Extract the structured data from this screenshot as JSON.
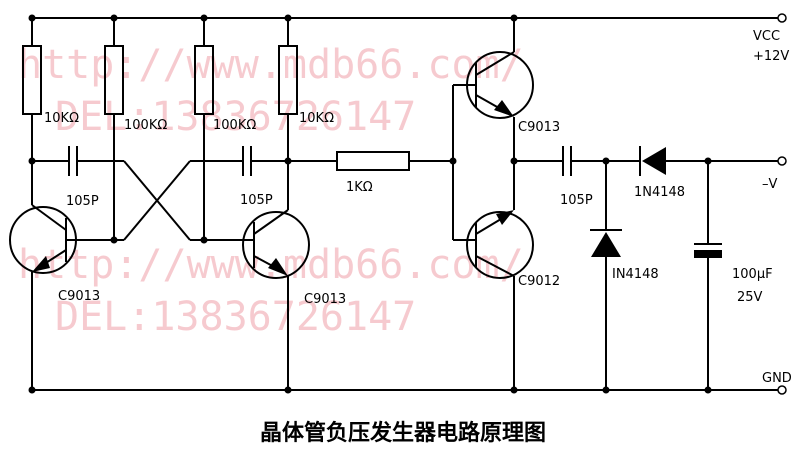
{
  "title": "晶体管负压发生器电路原理图",
  "watermark": {
    "line1": "http://www.mdb66.com/",
    "line2": "DEL:13836726147"
  },
  "rails": {
    "vcc": "VCC",
    "vcc_value": "+12V",
    "neg": "–V",
    "gnd": "GND"
  },
  "components": {
    "r1": "10KΩ",
    "r2": "100KΩ",
    "r3": "100KΩ",
    "r4": "10KΩ",
    "r5": "1KΩ",
    "c1": "105P",
    "c2": "105P",
    "c3": "105P",
    "c4_value": "100μF",
    "c4_voltage": "25V",
    "q1": "C9013",
    "q2": "C9013",
    "q3": "C9013",
    "q4": "C9012",
    "d1": "1N4148",
    "d2": "IN4148"
  }
}
